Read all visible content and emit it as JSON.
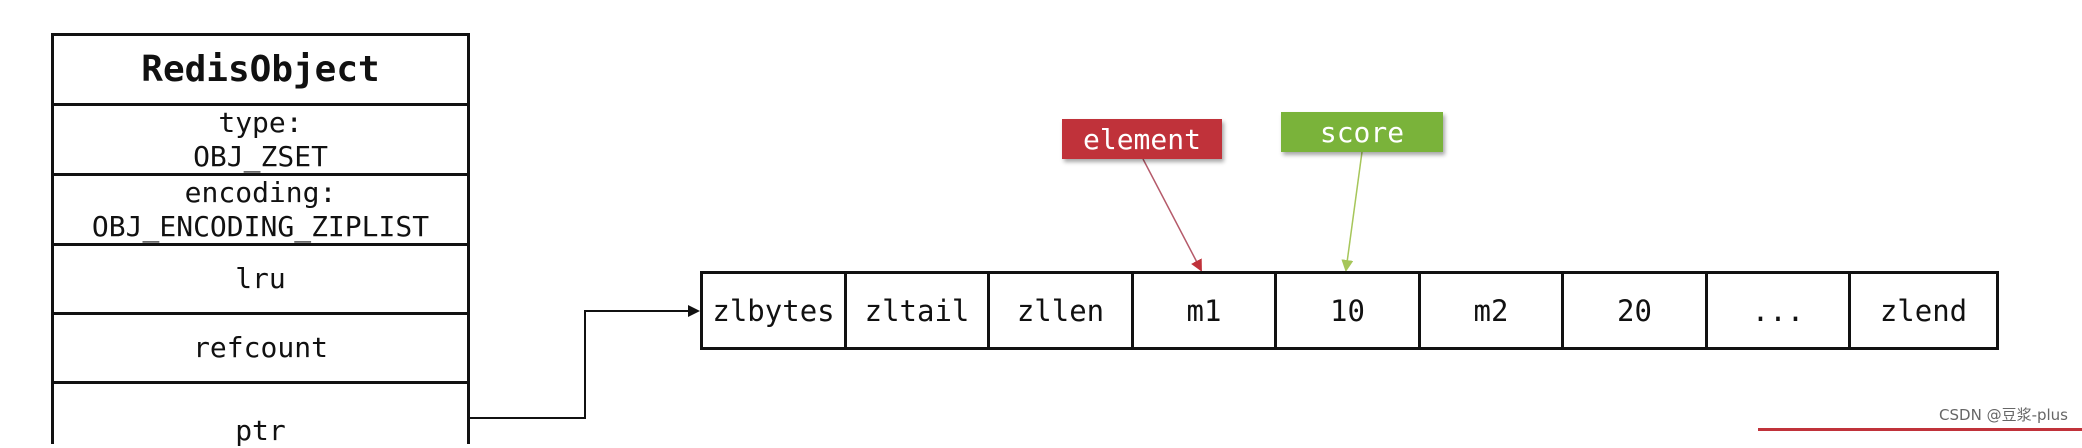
{
  "redis_object": {
    "title": "RedisObject",
    "type_label": "type:",
    "type_value": "OBJ_ZSET",
    "encoding_label": "encoding:",
    "encoding_value": "OBJ_ENCODING_ZIPLIST",
    "lru": "lru",
    "refcount": "refcount",
    "ptr": "ptr"
  },
  "ziplist": {
    "cells": [
      "zlbytes",
      "zltail",
      "zllen",
      "m1",
      "10",
      "m2",
      "20",
      "...",
      "zlend"
    ]
  },
  "labels": {
    "element": "element",
    "score": "score"
  },
  "colors": {
    "element": "#c0323a",
    "score": "#7ab33a"
  },
  "watermark": "CSDN @豆浆-plus"
}
